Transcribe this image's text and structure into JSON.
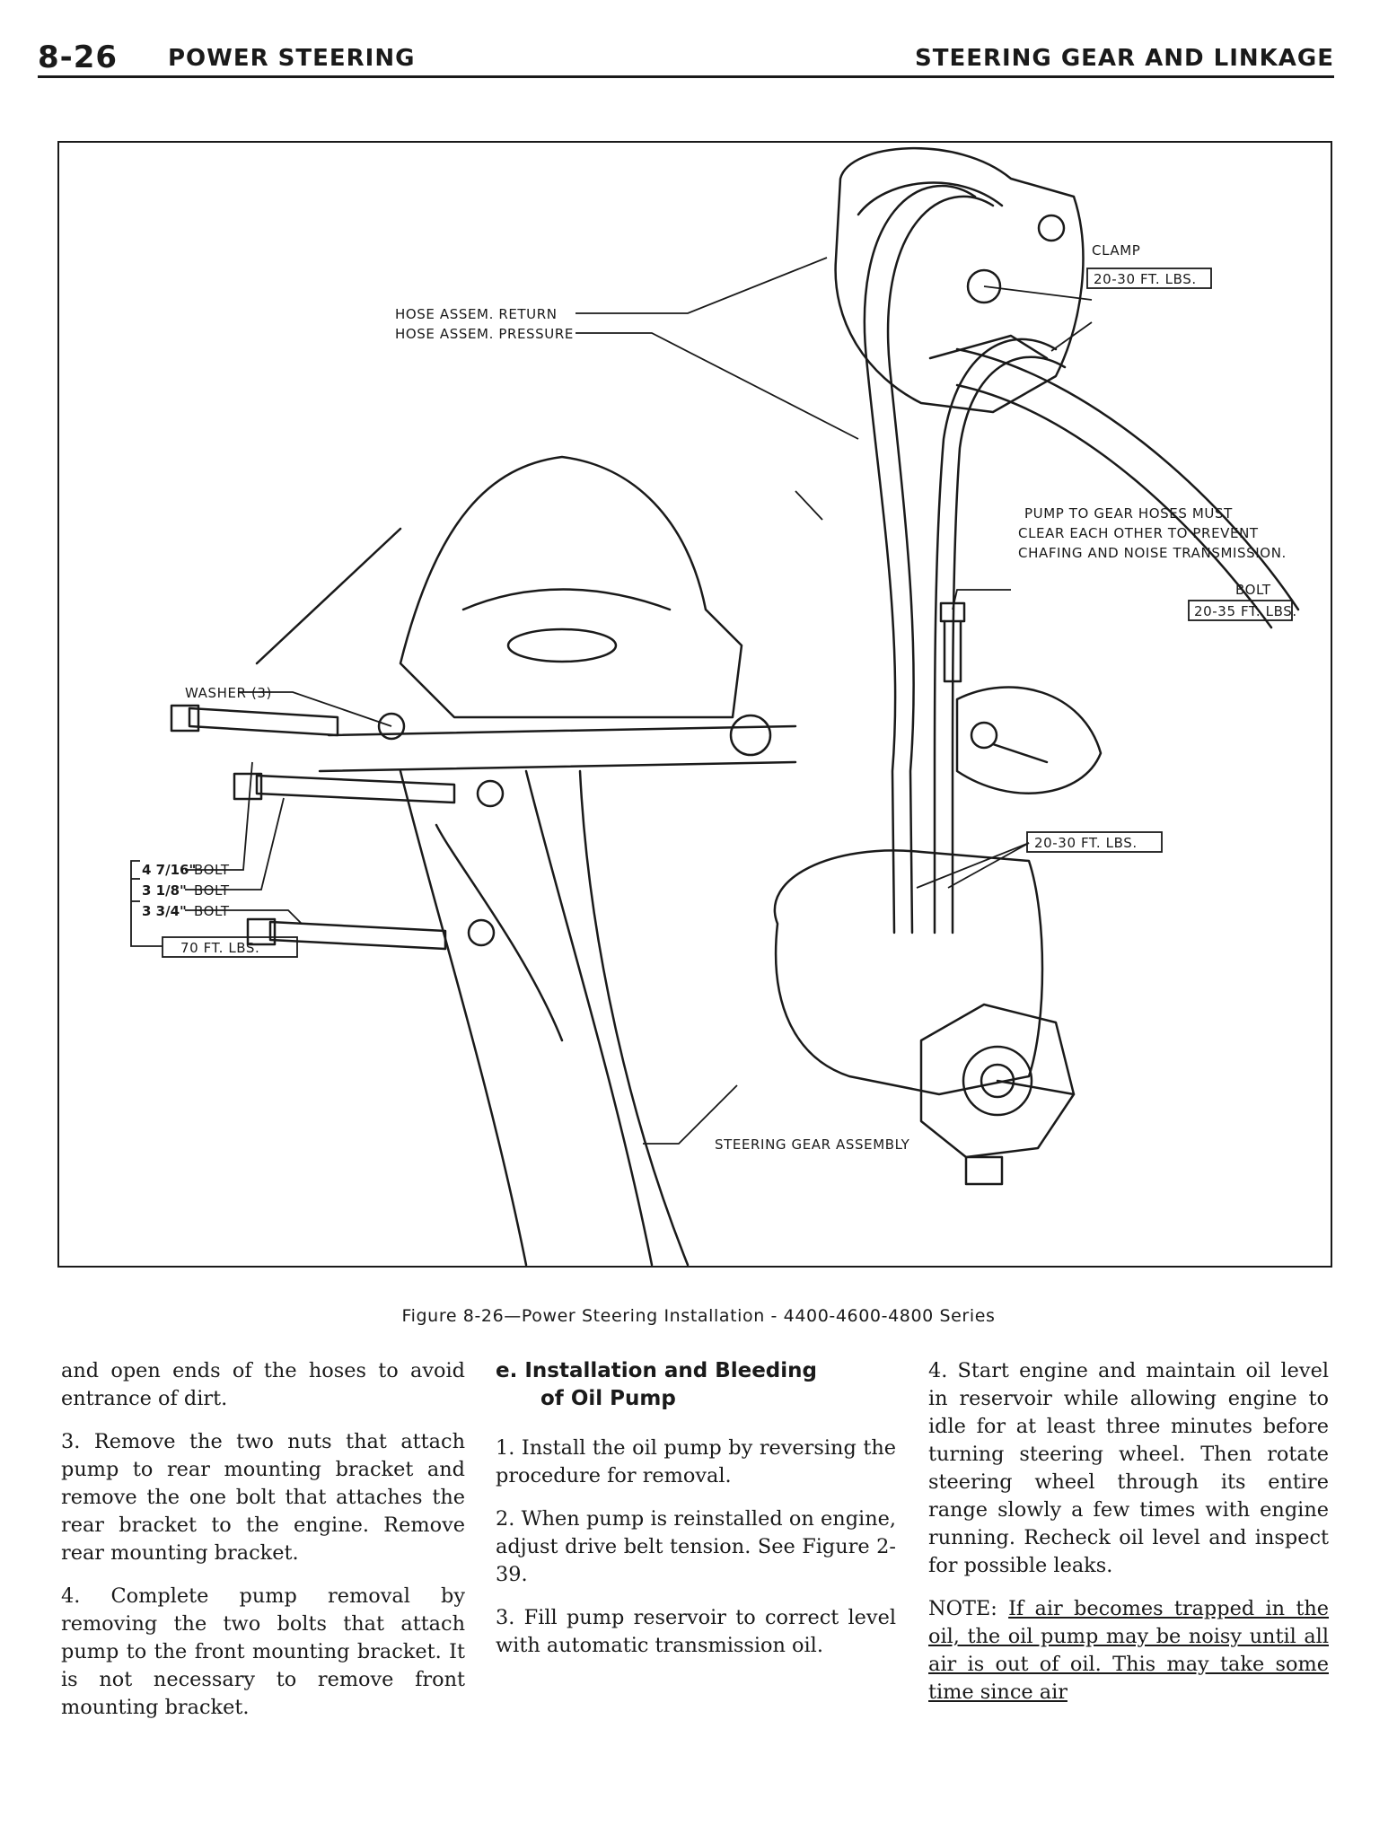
{
  "header": {
    "page_number": "8-26",
    "section": "POWER STEERING",
    "right_title": "STEERING GEAR AND LINKAGE"
  },
  "figure": {
    "labels": {
      "clamp": "CLAMP",
      "clamp_torque": "20-30 FT. LBS.",
      "hose_return": "HOSE ASSEM. RETURN",
      "hose_pressure": "HOSE ASSEM. PRESSURE",
      "note_line1": "PUMP TO GEAR HOSES MUST",
      "note_line2": "CLEAR EACH OTHER TO PREVENT",
      "note_line3": "CHAFING AND NOISE TRANSMISSION.",
      "bolt": "BOLT",
      "bolt_torque": "20-35 FT. LBS.",
      "washer": "WASHER (3)",
      "bolt1_size": "4 7/16\"",
      "bolt2_size": "3 1/8\"",
      "bolt3_size": "3 3/4\"",
      "bolt_word": "BOLT",
      "bolts_torque": "70 FT. LBS.",
      "fittings_torque": "20-30 FT. LBS.",
      "gear_assembly": "STEERING GEAR ASSEMBLY"
    }
  },
  "caption": "Figure 8-26—Power Steering Installation - 4400-4600-4800 Series",
  "columns": {
    "col1": {
      "p1": "and open ends of the hoses to avoid entrance of dirt.",
      "p2": "3. Remove the two nuts that attach pump to rear mounting bracket and remove the one bolt that attaches the rear bracket to the engine. Remove rear mounting bracket.",
      "p3": "4. Complete pump removal by removing the two bolts that attach pump to the front mounting bracket. It is not necessary to remove front mounting bracket."
    },
    "col2": {
      "heading_line1": "e. Installation and Bleeding",
      "heading_line2": "of Oil Pump",
      "p1": "1. Install the oil pump by reversing the procedure for removal.",
      "p2": "2. When pump is reinstalled on engine, adjust drive belt tension. See Figure 2-39.",
      "p3": "3. Fill pump reservoir to correct level with automatic transmission oil."
    },
    "col3": {
      "p1": "4. Start engine and maintain oil level in reservoir while allowing engine to idle for at least three minutes before turning steering wheel. Then rotate steering wheel through its entire range slowly a few times with engine running. Recheck oil level and inspect for possible leaks.",
      "note_prefix": "NOTE: ",
      "note_text": "If air becomes trapped in the oil, the oil pump may be noisy until all air is out of oil. This may take some time since air"
    }
  }
}
